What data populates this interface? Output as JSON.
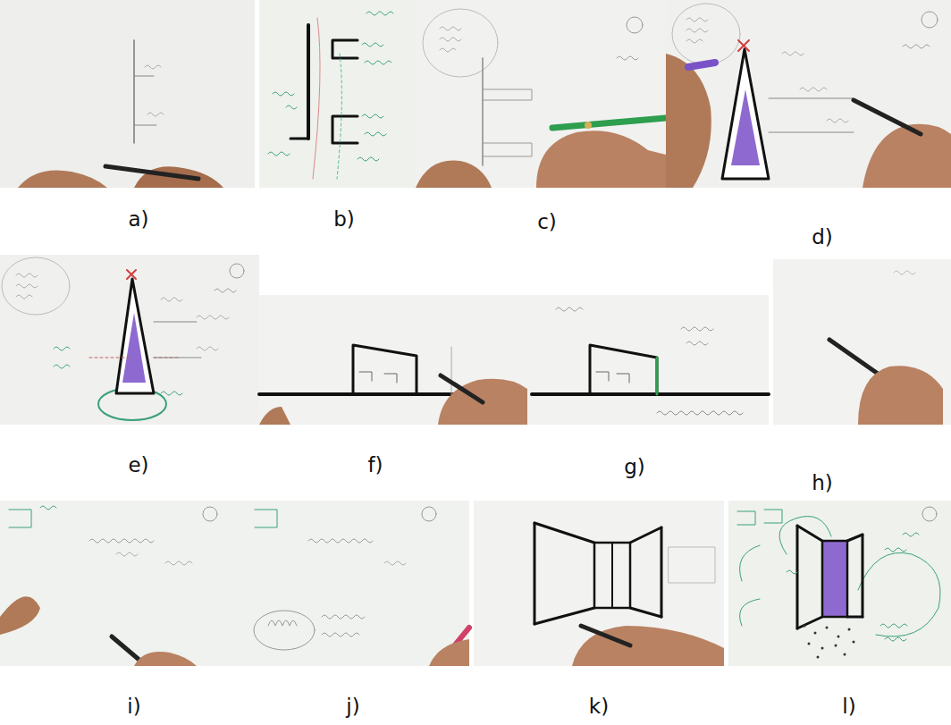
{
  "diagram": {
    "nodes": [
      {
        "text": [
          "a)"
        ]
      },
      {
        "text": [
          "b)"
        ]
      },
      {
        "text": [
          "c)"
        ]
      },
      {
        "text": [
          "d)"
        ]
      },
      {
        "text": [
          "e)"
        ]
      },
      {
        "text": [
          "f)"
        ]
      },
      {
        "text": [
          "g)"
        ]
      },
      {
        "text": [
          "h)"
        ]
      },
      {
        "text": [
          "i)"
        ]
      },
      {
        "text": [
          "j)"
        ]
      },
      {
        "text": [
          "k)"
        ]
      },
      {
        "text": [
          "l)"
        ]
      }
    ]
  }
}
